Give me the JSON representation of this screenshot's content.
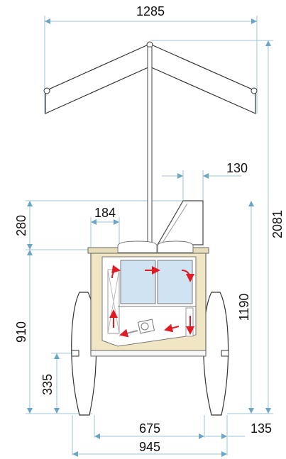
{
  "dimensions": {
    "top_width": "1285",
    "total_height": "2081",
    "shelf_gap": "130",
    "side_width": "184",
    "canopy_drop": "280",
    "cabinet_height": "1190",
    "cabinet_frame": "910",
    "wheel_radius": "335",
    "inner_width": "675",
    "overhang": "135",
    "overall_width": "945"
  },
  "colors": {
    "dimension_line": "#9ec4d8",
    "cabinet_panel": "#f1e6c4",
    "tank_water": "#cfe3f3",
    "flow_arrow": "#e01b24"
  }
}
